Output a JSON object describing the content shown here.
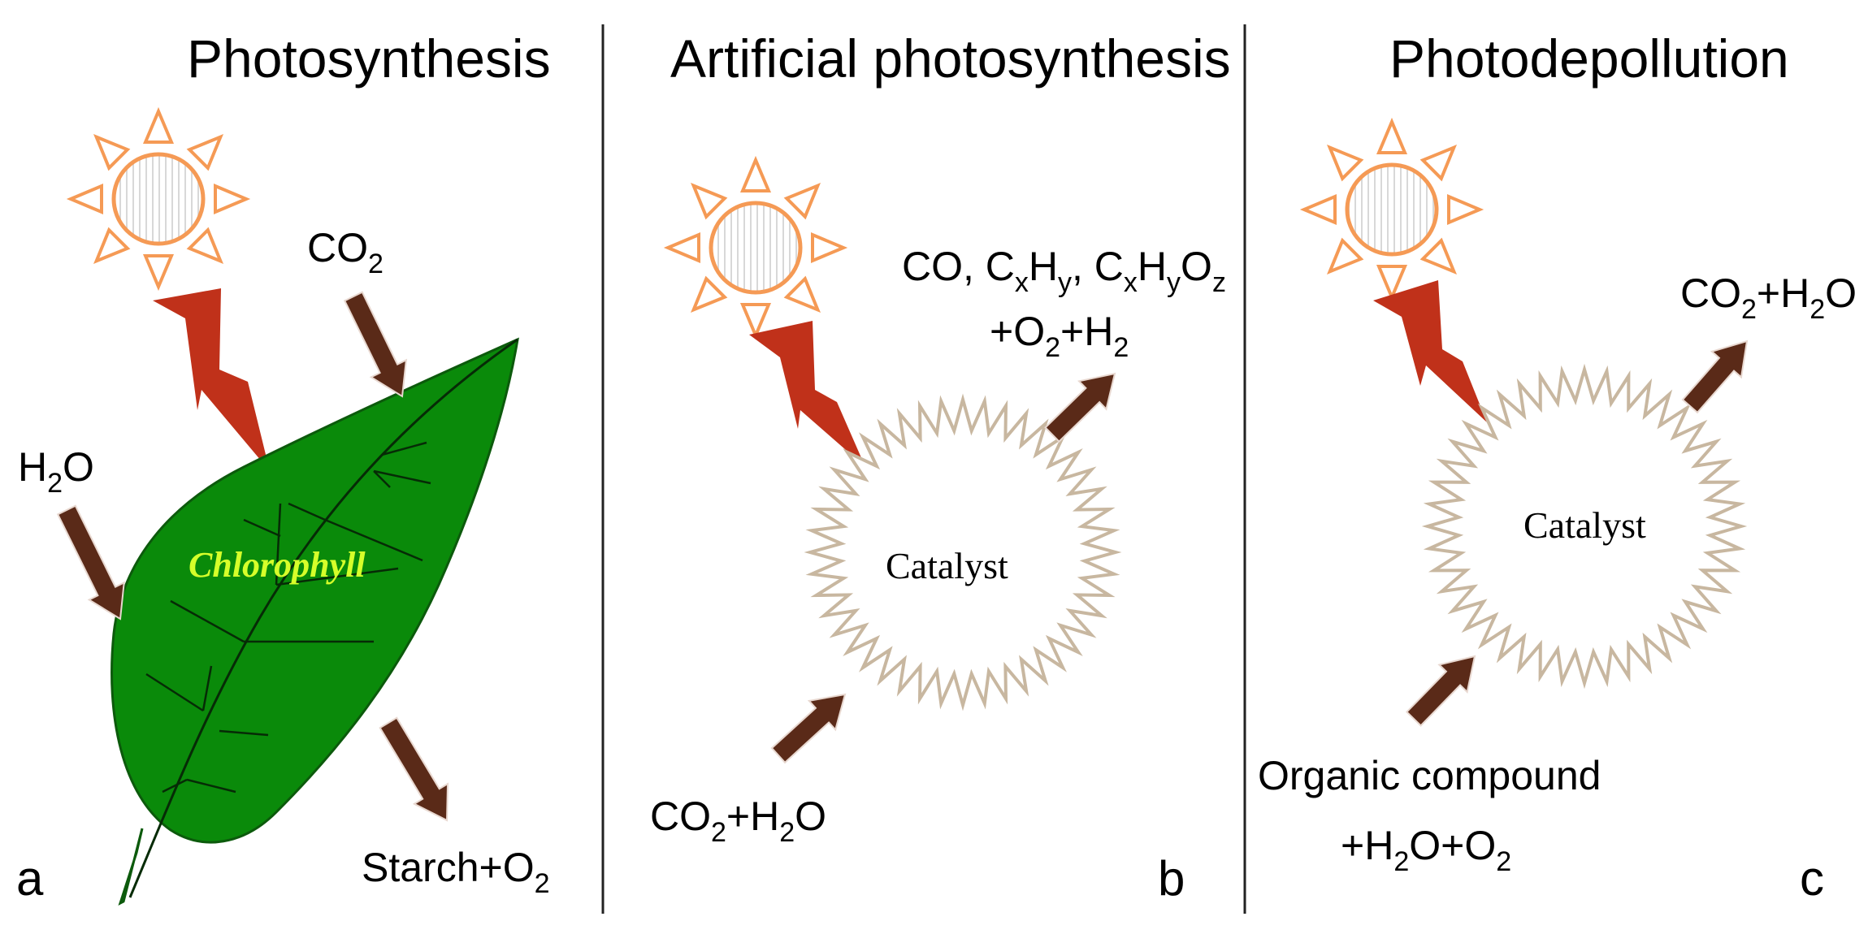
{
  "colors": {
    "sun": "#f59a55",
    "lightning": "#c0311a",
    "arrow": "#5a2a18",
    "leaf": "#0a8a0a",
    "catalyst_outline": "#c8b7a0",
    "chlorophyll_text": "#d6ff2a",
    "divider": "#222222"
  },
  "icons": [
    "sun-icon",
    "lightning-bolt-icon",
    "reaction-arrow-icon",
    "leaf-icon",
    "catalyst-particle-icon"
  ],
  "panels": [
    {
      "letter": "a",
      "heading": "Photosynthesis",
      "labels": {
        "co2": {
          "main": "CO",
          "sub": "2"
        },
        "h2o": {
          "a": "H",
          "sub": "2",
          "b": "O"
        },
        "starch": {
          "main": "Starch+O",
          "sub": "2"
        },
        "chlorophyll": "Chlorophyll"
      }
    },
    {
      "letter": "b",
      "heading": "Artificial photosynthesis",
      "catalyst": "Catalyst",
      "labels": {
        "products_line1": {
          "t1": "CO, C",
          "s1": "x",
          "t2": "H",
          "s2": "y",
          "t3": ", C",
          "s3": "x",
          "t4": "H",
          "s4": "y",
          "t5": "O",
          "s5": "z"
        },
        "products_line2": {
          "t1": "+O",
          "s1": "2",
          "t2": "+H",
          "s2": "2"
        },
        "reactants": {
          "t1": "CO",
          "s1": "2",
          "t2": "+H",
          "s2": "2",
          "t3": "O"
        }
      }
    },
    {
      "letter": "c",
      "heading": "Photodepollution",
      "catalyst": "Catalyst",
      "labels": {
        "products": {
          "t1": "CO",
          "s1": "2",
          "t2": "+H",
          "s2": "2",
          "t3": "O"
        },
        "reactants_line1": "Organic compound",
        "reactants_line2": {
          "t1": "+H",
          "s1": "2",
          "t2": "O+O",
          "s2": "2"
        }
      }
    }
  ]
}
